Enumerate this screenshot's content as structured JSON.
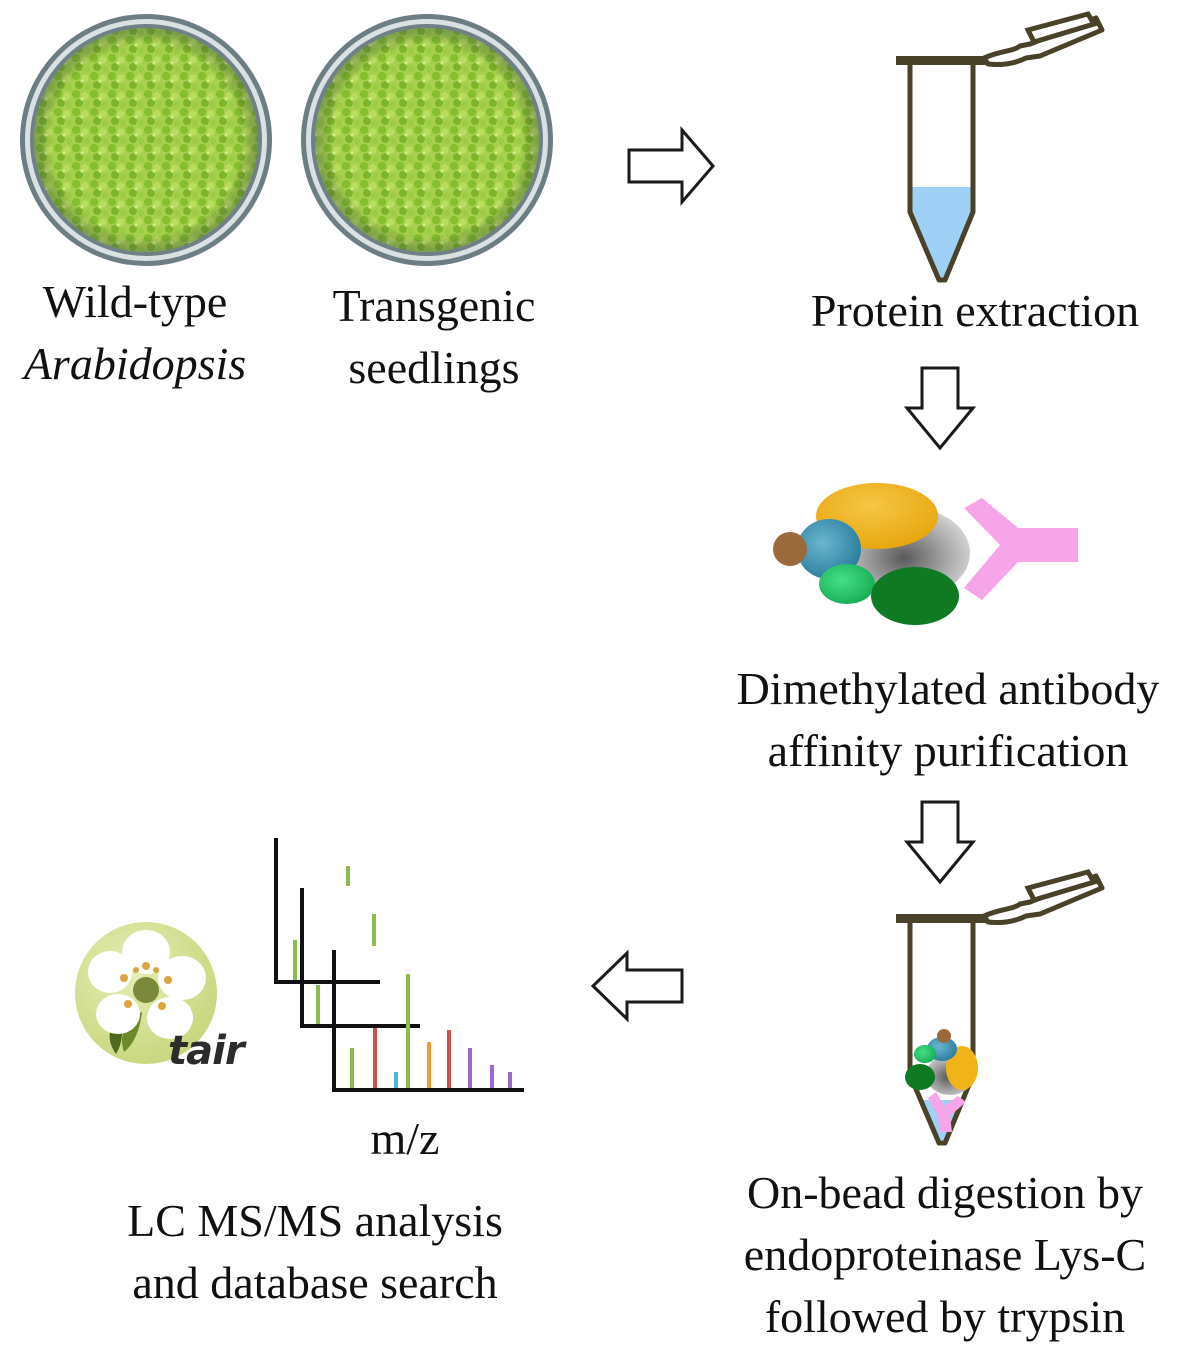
{
  "labels": {
    "wild_type_line1": "Wild-type",
    "wild_type_line2": "Arabidopsis",
    "transgenic_line1": "Transgenic",
    "transgenic_line2": "seedlings",
    "protein_extraction": "Protein extraction",
    "affinity_line1": "Dimethylated antibody",
    "affinity_line2": "affinity purification",
    "digestion_line1": "On-bead digestion by",
    "digestion_line2": "endoproteinase Lys-C",
    "digestion_line3": "followed by trypsin",
    "lcms_line1": "LC MS/MS analysis",
    "lcms_line2": "and database search",
    "mz_axis": "m/z",
    "tair_logo": "tair"
  },
  "icons": {
    "petri_dishes": "petri-dish-icon",
    "tube": "microcentrifuge-tube-icon",
    "complex": "protein-complex-icon",
    "spectrum": "mass-spectrum-icon",
    "logo": "tair-logo-icon",
    "arrows": "hollow-arrow-icon"
  },
  "colors": {
    "seedling_green": "#8fc63a",
    "tube_outline": "#4a4228",
    "tube_liquid": "#9fd0f5",
    "antibody_pink": "#f6a6e8",
    "protein_yellow": "#f1b418",
    "protein_teal": "#3f94b4",
    "protein_brown": "#9a6a3c",
    "protein_lightgreen": "#23c26a",
    "protein_darkgreen": "#0f7a22",
    "tair_bg": "#d4df9a"
  }
}
